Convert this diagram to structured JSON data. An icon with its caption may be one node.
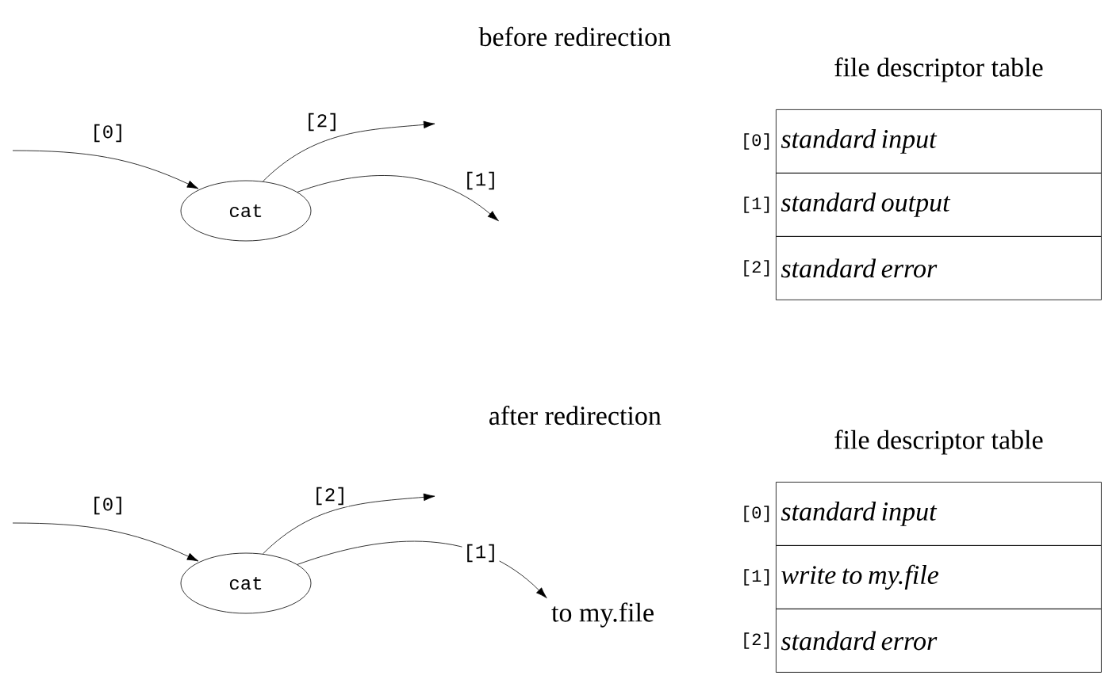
{
  "diagram": {
    "nodes": [
      {
        "text": [
          "cat"
        ]
      },
      {
        "text": [
          "file descriptor table"
        ]
      },
      {
        "text": [
          "standard input"
        ],
        "beside": [
          "[0]"
        ]
      },
      {
        "text": [
          "standard output"
        ],
        "beside": [
          "[1]"
        ]
      },
      {
        "text": [
          "standard error"
        ],
        "beside": [
          "[2]"
        ]
      },
      {
        "text": [
          "cat"
        ]
      },
      {
        "text": [
          "to my.file"
        ]
      },
      {
        "text": [
          "file descriptor table"
        ]
      },
      {
        "text": [
          "standard input"
        ],
        "beside": [
          "[0]"
        ]
      },
      {
        "text": [
          "*write to* my.file"
        ],
        "beside": [
          "[1]"
        ]
      },
      {
        "text": [
          "standard error"
        ],
        "beside": [
          "[2]"
        ]
      }
    ],
    "edges": [
      {
        "from": null,
        "to": 0,
        "arrow": "to",
        "label": "[0]"
      },
      {
        "from": 0,
        "to": null,
        "arrow": "to",
        "label": "[2]"
      },
      {
        "from": 0,
        "to": null,
        "arrow": "to",
        "label": "[1]"
      },
      {
        "from": null,
        "to": 5,
        "arrow": "to",
        "label": "[0]"
      },
      {
        "from": 5,
        "to": null,
        "arrow": "to",
        "label": "[2]"
      },
      {
        "from": 5,
        "to": 6,
        "arrow": "to",
        "label": "[1]"
      }
    ],
    "labels": [
      "before redirection",
      "after redirection"
    ]
  }
}
